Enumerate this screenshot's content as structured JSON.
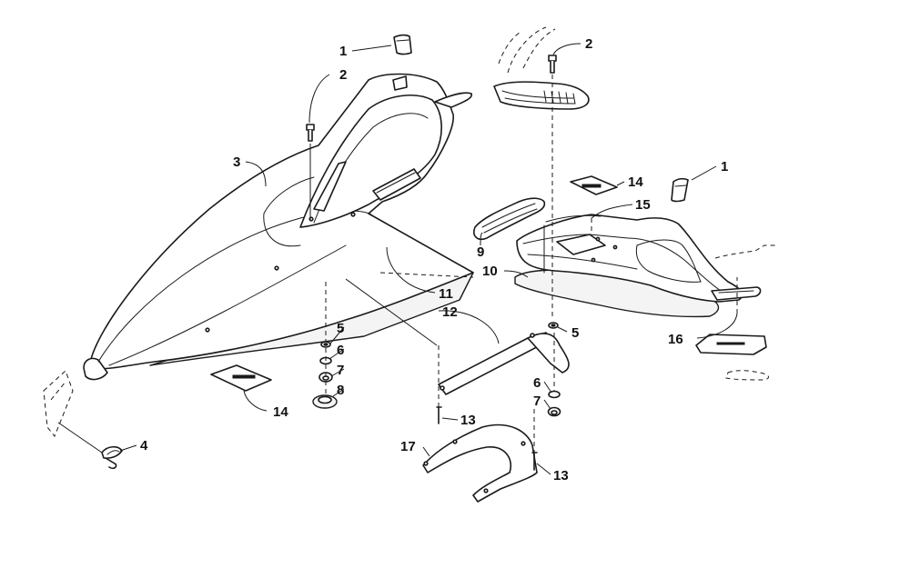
{
  "callouts": [
    {
      "id": "c1a",
      "label": "1"
    },
    {
      "id": "c2a",
      "label": "2"
    },
    {
      "id": "c3",
      "label": "3"
    },
    {
      "id": "c2b",
      "label": "2"
    },
    {
      "id": "c14a",
      "label": "14"
    },
    {
      "id": "c15",
      "label": "15"
    },
    {
      "id": "c1b",
      "label": "1"
    },
    {
      "id": "c9",
      "label": "9"
    },
    {
      "id": "c10",
      "label": "10"
    },
    {
      "id": "c11",
      "label": "11"
    },
    {
      "id": "c12",
      "label": "12"
    },
    {
      "id": "c5a",
      "label": "5"
    },
    {
      "id": "c6a",
      "label": "6"
    },
    {
      "id": "c7a",
      "label": "7"
    },
    {
      "id": "c8",
      "label": "8"
    },
    {
      "id": "c14b",
      "label": "14"
    },
    {
      "id": "c5b",
      "label": "5"
    },
    {
      "id": "c16",
      "label": "16"
    },
    {
      "id": "c6b",
      "label": "6"
    },
    {
      "id": "c7b",
      "label": "7"
    },
    {
      "id": "c13a",
      "label": "13"
    },
    {
      "id": "c4",
      "label": "4"
    },
    {
      "id": "c17",
      "label": "17"
    },
    {
      "id": "c13b",
      "label": "13"
    }
  ]
}
